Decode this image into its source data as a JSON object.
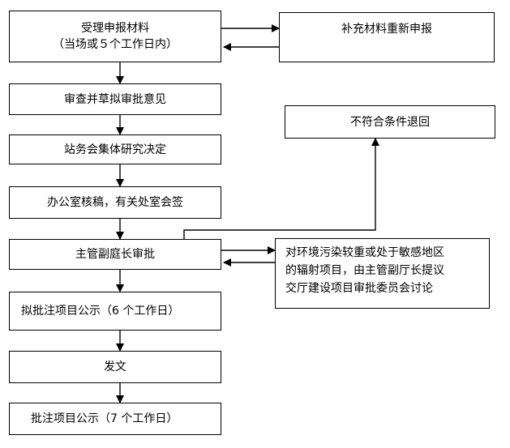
{
  "nodes": {
    "accept": {
      "line1": "受理申报材料",
      "line2": "（当场或５个工作日内）"
    },
    "supplement": {
      "label": "补充材料重新申报"
    },
    "review": {
      "label": "审查并草拟审批意见"
    },
    "meeting": {
      "label": "站务会集体研究决定"
    },
    "office": {
      "label": "办公室核稿，有关处室会签"
    },
    "approve": {
      "label": "主管副庭长审批"
    },
    "reject": {
      "label": "不符合条件退回"
    },
    "special": {
      "line1": "对环境污染较重或处于敏感地区",
      "line2": "的辐射项目，由主管副厅长提议",
      "line3": "交厅建设项目审批委员会讨论"
    },
    "publicize": {
      "label": "拟批注项目公示（6 个工作日）"
    },
    "issue": {
      "label": "发文"
    },
    "final": {
      "label": "批注项目公示（7 个工作日）"
    }
  }
}
